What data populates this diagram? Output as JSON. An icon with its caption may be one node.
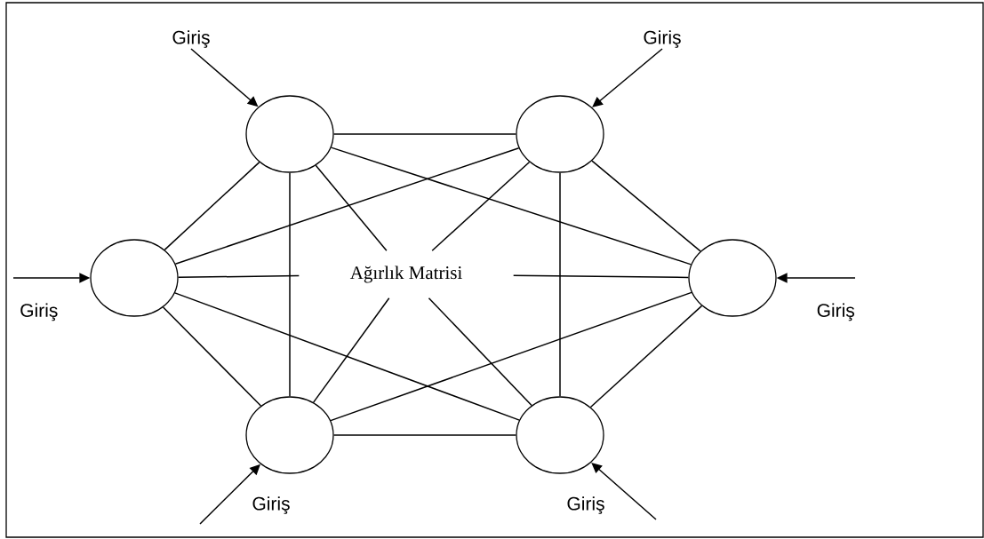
{
  "diagram": {
    "nodes": [
      {
        "text": [
          "Giriş"
        ]
      },
      {
        "text": [
          "Giriş"
        ]
      },
      {
        "text": [],
        "shape": "circle"
      },
      {
        "text": [],
        "shape": "circle"
      },
      {
        "text": [
          "Giriş"
        ]
      },
      {
        "text": [],
        "shape": "circle"
      },
      {
        "text": [
          "Ağırlık Matrisi"
        ]
      },
      {
        "text": [],
        "shape": "circle"
      },
      {
        "text": [
          "Giriş"
        ]
      },
      {
        "text": [],
        "shape": "circle",
        "beside": [
          "Giriş"
        ]
      },
      {
        "text": [],
        "shape": "circle",
        "beside": [
          "Giriş"
        ]
      }
    ],
    "edges": [
      {
        "from": 0,
        "to": 2,
        "arrow": "to"
      },
      {
        "from": 1,
        "to": 3,
        "arrow": "to"
      },
      {
        "from": 4,
        "to": 5,
        "arrow": "to"
      },
      {
        "from": 8,
        "to": 7,
        "arrow": "to"
      },
      {
        "from": null,
        "to": 9,
        "arrow": "to"
      },
      {
        "from": null,
        "to": 10,
        "arrow": "to"
      },
      {
        "from": 2,
        "to": 3,
        "arrow": "none"
      },
      {
        "from": 2,
        "to": 7,
        "arrow": "none"
      },
      {
        "from": 2,
        "to": 5,
        "arrow": "none"
      },
      {
        "from": 2,
        "to": 9,
        "arrow": "none"
      },
      {
        "from": 3,
        "to": 5,
        "arrow": "none"
      },
      {
        "from": 3,
        "to": 10,
        "arrow": "none"
      },
      {
        "from": 3,
        "to": 7,
        "arrow": "none"
      },
      {
        "from": 5,
        "to": 9,
        "arrow": "none"
      },
      {
        "from": 5,
        "to": 10,
        "arrow": "none"
      },
      {
        "from": 7,
        "to": 9,
        "arrow": "none"
      },
      {
        "from": 7,
        "to": 10,
        "arrow": "none"
      },
      {
        "from": 9,
        "to": 10,
        "arrow": "none"
      },
      {
        "from": 2,
        "to": 6,
        "arrow": "none"
      },
      {
        "from": 3,
        "to": 6,
        "arrow": "none"
      },
      {
        "from": 5,
        "to": 6,
        "arrow": "none"
      },
      {
        "from": 7,
        "to": 6,
        "arrow": "none"
      },
      {
        "from": 9,
        "to": 6,
        "arrow": "none"
      },
      {
        "from": 10,
        "to": 6,
        "arrow": "none"
      }
    ]
  }
}
